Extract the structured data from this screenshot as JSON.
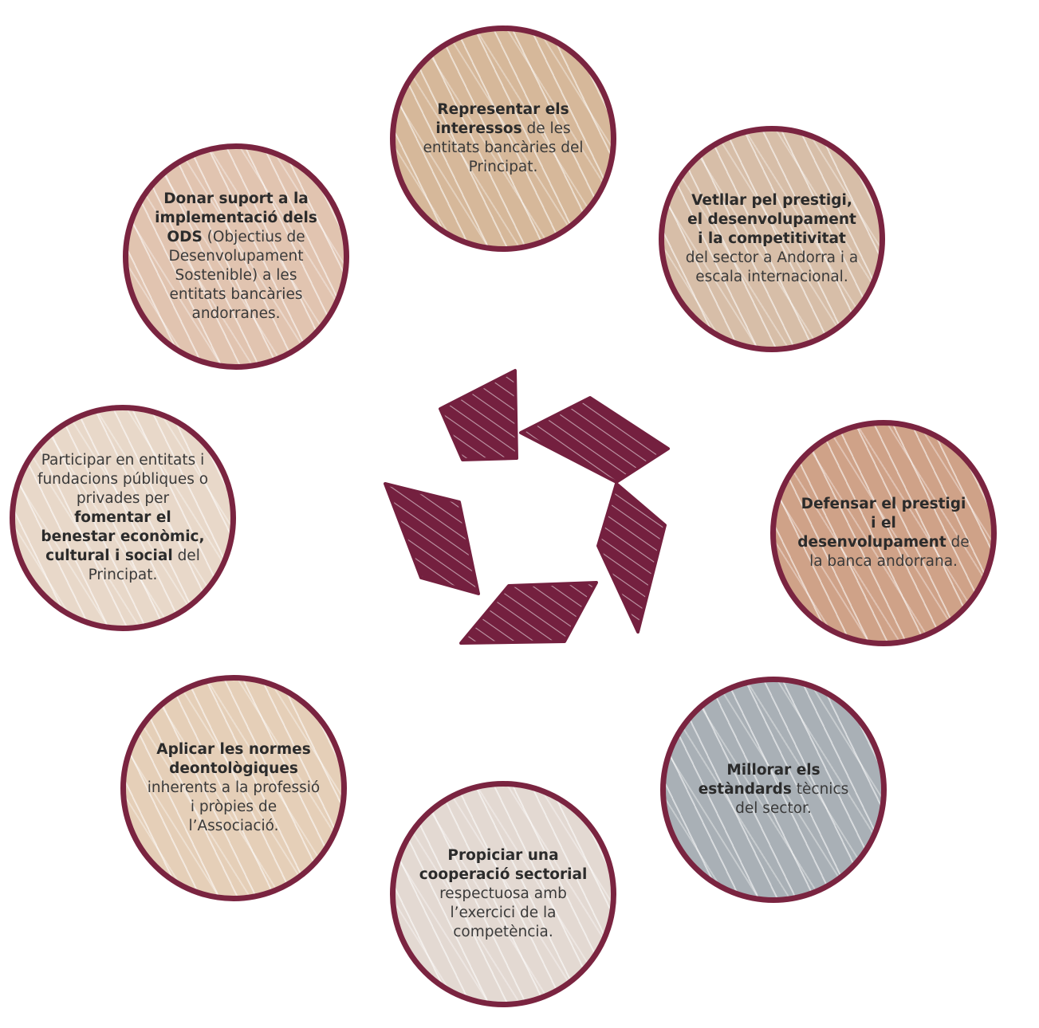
{
  "colors": {
    "outline": "#7a2440",
    "logo": "#74203f",
    "text": "#3a3a3a"
  },
  "center_logo": {
    "icon": "pentagon-arrows-logo-icon"
  },
  "circles": [
    {
      "id": "c-top",
      "fill": "#d6b89a",
      "runs": [
        {
          "t": "Representar els interessos",
          "b": true
        },
        {
          "t": " de les entitats bancàries del Principat.",
          "b": false
        }
      ]
    },
    {
      "id": "c-topright",
      "fill": "#d7bea8",
      "runs": [
        {
          "t": "Vetllar pel prestigi, el desenvolupament i la competitivitat",
          "b": true
        },
        {
          "t": " del sector a Andorra i a escala internacional.",
          "b": false
        }
      ]
    },
    {
      "id": "c-right",
      "fill": "#cfa288",
      "runs": [
        {
          "t": "Defensar el prestigi i el desenvolupament",
          "b": true
        },
        {
          "t": " de la banca andorrana.",
          "b": false
        }
      ]
    },
    {
      "id": "c-botright",
      "fill": "#a9b0b6",
      "runs": [
        {
          "t": "Millorar els estàndards",
          "b": true
        },
        {
          "t": " tècnics del sector.",
          "b": false
        }
      ]
    },
    {
      "id": "c-bottom",
      "fill": "#e3d9d2",
      "runs": [
        {
          "t": "Propiciar una cooperació sectorial",
          "b": true
        },
        {
          "t": " respectuosa amb l’exercici de la competència.",
          "b": false
        }
      ]
    },
    {
      "id": "c-botleft",
      "fill": "#e5cfb8",
      "runs": [
        {
          "t": "Aplicar les normes deontològiques",
          "b": true
        },
        {
          "t": " inherents a la professió i pròpies de l’Associació.",
          "b": false
        }
      ]
    },
    {
      "id": "c-left",
      "fill": "#e8d8c9",
      "runs": [
        {
          "t": "Participar en entitats i fundacions públiques o privades per ",
          "b": false
        },
        {
          "t": "fomentar el benestar econòmic, cultural i social",
          "b": true
        },
        {
          "t": " del Principat.",
          "b": false
        }
      ]
    },
    {
      "id": "c-topleft",
      "fill": "#e1c4b0",
      "runs": [
        {
          "t": "Donar suport a la implementació dels ODS",
          "b": true
        },
        {
          "t": " (Objectius de Desenvolupament Sostenible) a les entitats bancàries andorranes.",
          "b": false
        }
      ]
    }
  ]
}
